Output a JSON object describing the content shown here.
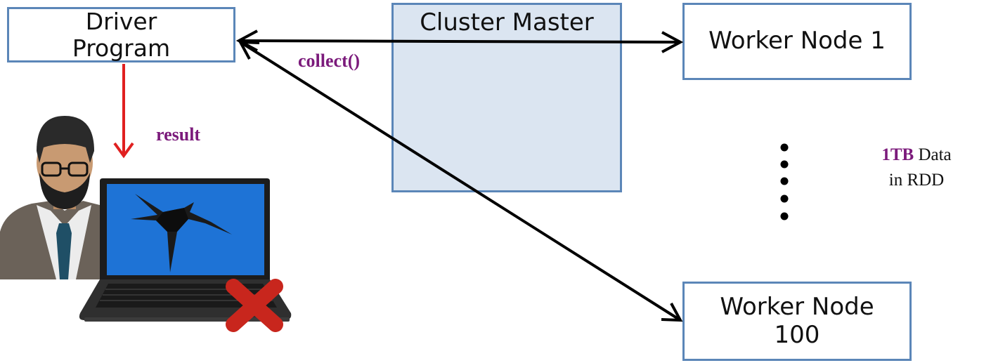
{
  "boxes": {
    "driver": "Driver Program",
    "master": "Cluster Master",
    "worker_first": "Worker Node 1",
    "worker_last": "Worker Node 100"
  },
  "labels": {
    "collect": "collect()",
    "result": "result",
    "data_size": "1TB",
    "data_rest": "Data",
    "data_line2": "in RDD"
  },
  "icons": [
    "developer-avatar-icon",
    "broken-laptop-icon",
    "red-x-icon",
    "ellipsis-dots-icon"
  ],
  "colors": {
    "box_border": "#5b86b8",
    "master_fill": "#dbe5f1",
    "label_purple": "#7b1a7b",
    "result_arrow": "#e02020",
    "fail_x": "#c8261d",
    "screen_blue": "#1e73d6"
  }
}
